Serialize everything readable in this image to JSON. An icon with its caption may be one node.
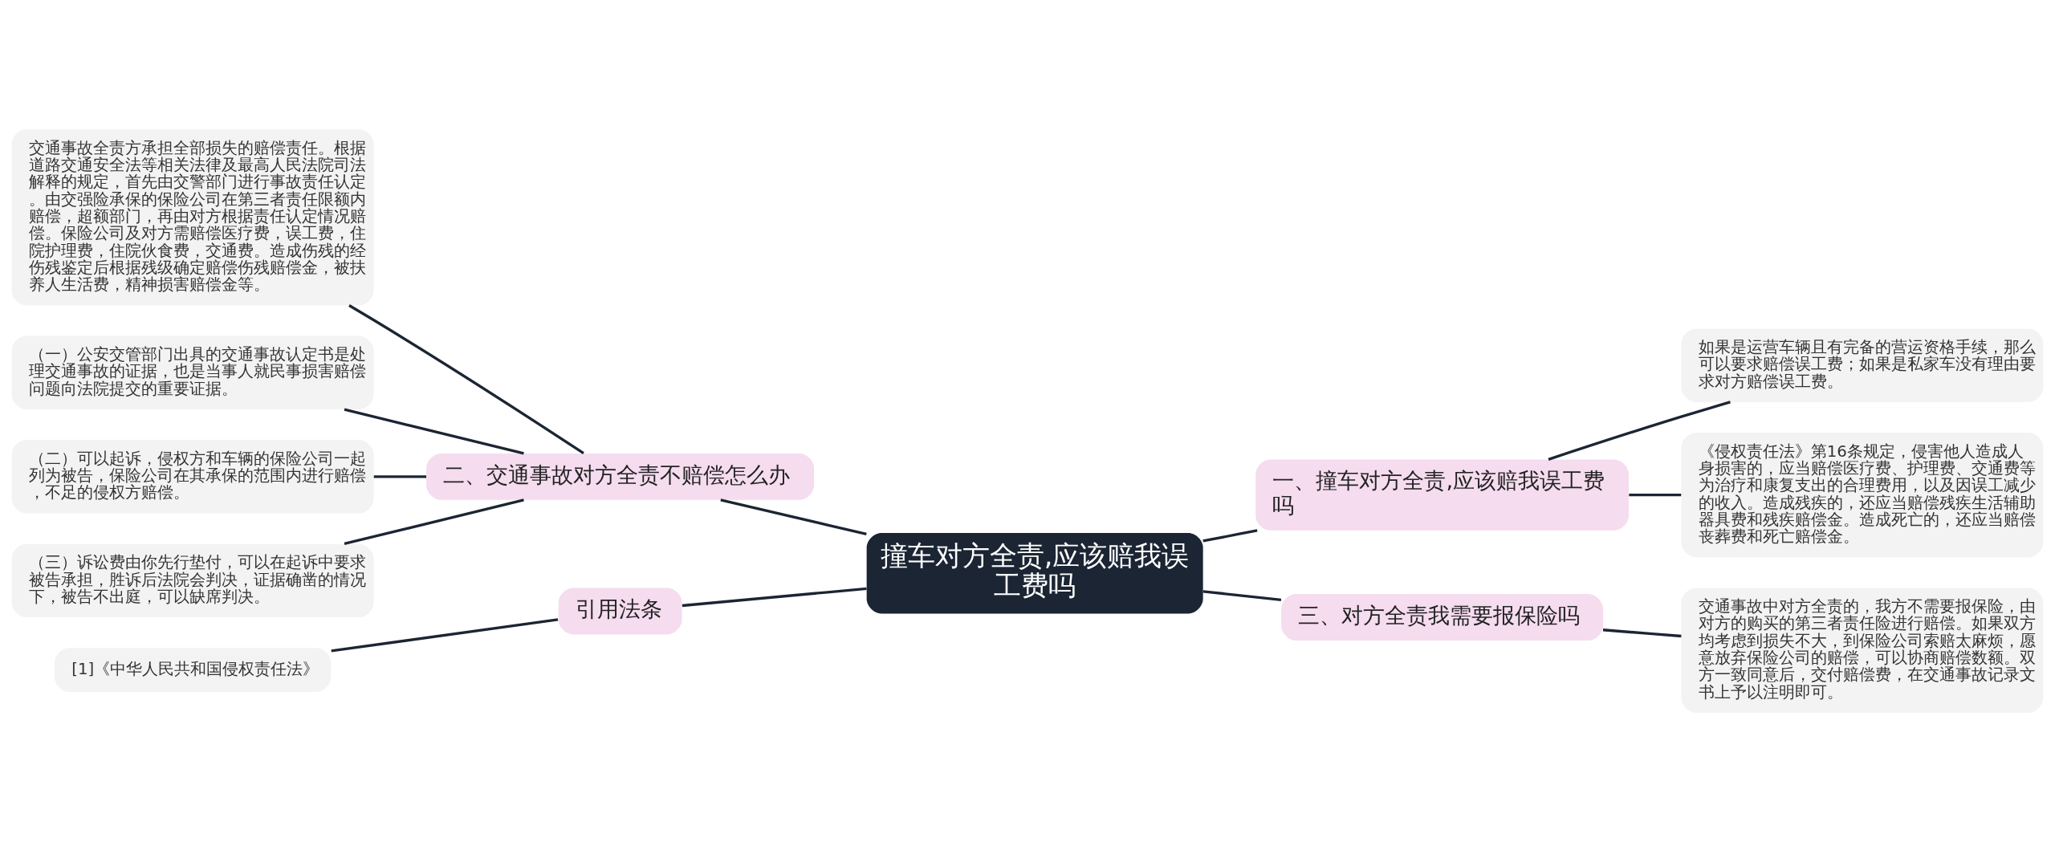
{
  "diagram": {
    "nodes": [
      {
        "text": [
          "撞车对方全责,应该赔我误工费吗"
        ]
      },
      {
        "text": [
          "二、交通事故对方全责不赔偿怎么办"
        ]
      },
      {
        "text": [
          "交通事故全责方承担全部损失的赔偿责任。根据道路交通安全法等相关法律及最高人民法院司法解释的规定，首先由交警部门进行事故责任认定。由交强险承保的保险公司在第三者责任限额内赔偿，超额部门，再由对方根据责任认定情况赔偿。保险公司及对方需赔偿医疗费，误工费，住院护理费，住院伙食费，交通费。造成伤残的经伤残鉴定后根据残级确定赔偿伤残赔偿金，被扶养人生活费，精神损害赔偿金等。"
        ]
      },
      {
        "text": [
          "（一）公安交管部门出具的交通事故认定书是处理交通事故的证据，也是当事人就民事损害赔偿问题向法院提交的重要证据。"
        ]
      },
      {
        "text": [
          "（二）可以起诉，侵权方和车辆的保险公司一起列为被告，保险公司在其承保的范围内进行赔偿，不足的侵权方赔偿。"
        ]
      },
      {
        "text": [
          "（三）诉讼费由你先行垫付，可以在起诉中要求被告承担，胜诉后法院会判决，证据确凿的情况下，被告不出庭，可以缺席判决。"
        ]
      },
      {
        "text": [
          "引用法条"
        ]
      },
      {
        "text": [
          "[1]《中华人民共和国侵权责任法》"
        ]
      },
      {
        "text": [
          "一、撞车对方全责,应该赔我误工费吗"
        ]
      },
      {
        "text": [
          "如果是运营车辆且有完备的营运资格手续，那么可以要求赔偿误工费；如果是私家车没有理由要求对方赔偿误工费。"
        ]
      },
      {
        "text": [
          "《侵权责任法》第16条规定，侵害他人造成人身损害的，应当赔偿医疗费、护理费、交通费等为治疗和康复支出的合理费用，以及因误工减少的收入。造成残疾的，还应当赔偿残疾生活辅助器具费和残疾赔偿金。造成死亡的，还应当赔偿丧葬费和死亡赔偿金。"
        ]
      },
      {
        "text": [
          "三、对方全责我需要报保险吗"
        ]
      },
      {
        "text": [
          "交通事故中对方全责的，我方不需要报保险，由对方的购买的第三者责任险进行赔偿。如果双方均考虑到损失不大，到保险公司索赔太麻烦，愿意放弃保险公司的赔偿，可以协商赔偿数额。双方一致同意后，交付赔偿费，在交通事故记录文书上予以注明即可。"
        ]
      }
    ],
    "edges": [
      {
        "from": 0,
        "to": 1,
        "arrow": "none"
      },
      {
        "from": 1,
        "to": 2,
        "arrow": "none"
      },
      {
        "from": 1,
        "to": 3,
        "arrow": "none"
      },
      {
        "from": 1,
        "to": 4,
        "arrow": "none"
      },
      {
        "from": 1,
        "to": 5,
        "arrow": "none"
      },
      {
        "from": 0,
        "to": 6,
        "arrow": "none"
      },
      {
        "from": 6,
        "to": 7,
        "arrow": "none"
      },
      {
        "from": 0,
        "to": 8,
        "arrow": "none"
      },
      {
        "from": 8,
        "to": 9,
        "arrow": "none"
      },
      {
        "from": 8,
        "to": 10,
        "arrow": "none"
      },
      {
        "from": 0,
        "to": 11,
        "arrow": "none"
      },
      {
        "from": 11,
        "to": 12,
        "arrow": "none"
      }
    ]
  }
}
